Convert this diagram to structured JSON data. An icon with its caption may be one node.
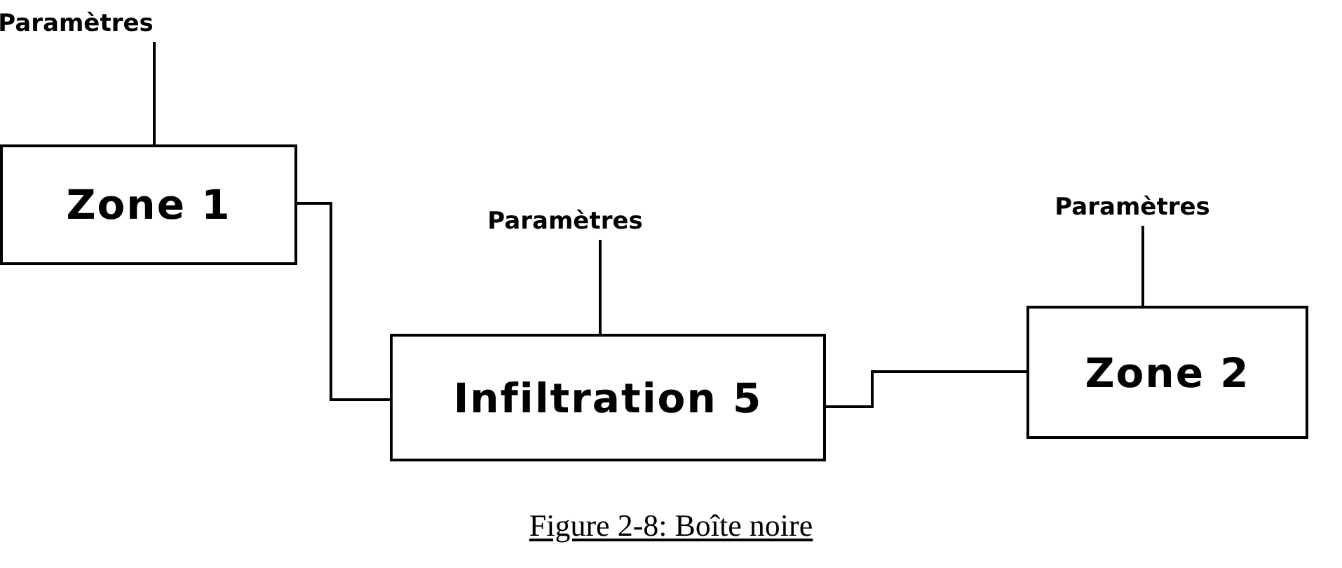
{
  "diagram": {
    "caption": "Figure 2-8: Boîte noire",
    "nodes": [
      {
        "text": [
          "Paramètres"
        ]
      },
      {
        "text": [
          "Zone 1"
        ]
      },
      {
        "text": [
          "Paramètres"
        ]
      },
      {
        "text": [
          "Infiltration 5"
        ]
      },
      {
        "text": [
          "Paramètres"
        ]
      },
      {
        "text": [
          "Zone 2"
        ]
      }
    ],
    "edges": [
      {
        "from": 0,
        "to": 1,
        "arrow": "none"
      },
      {
        "from": 1,
        "to": 3,
        "arrow": "none"
      },
      {
        "from": 2,
        "to": 3,
        "arrow": "none"
      },
      {
        "from": 3,
        "to": 5,
        "arrow": "none"
      },
      {
        "from": 4,
        "to": 5,
        "arrow": "none"
      }
    ]
  }
}
